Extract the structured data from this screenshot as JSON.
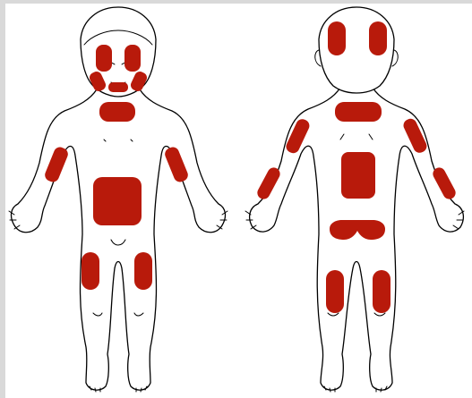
{
  "colors": {
    "background": "#d9d9d9",
    "canvas": "#ffffff",
    "outline": "#000000",
    "injection_site": "#b81a0b"
  },
  "figures": [
    {
      "view": "front",
      "sites": [
        "forehead",
        "left-cheek",
        "right-cheek",
        "chin",
        "chest",
        "right-upper-arm",
        "left-upper-arm",
        "abdomen",
        "right-thigh",
        "left-thigh"
      ]
    },
    {
      "view": "back",
      "sites": [
        "right-scalp",
        "left-scalp",
        "upper-back",
        "right-upper-arm",
        "right-forearm",
        "left-upper-arm",
        "left-forearm",
        "lower-back",
        "buttocks",
        "right-thigh",
        "left-thigh"
      ]
    }
  ]
}
